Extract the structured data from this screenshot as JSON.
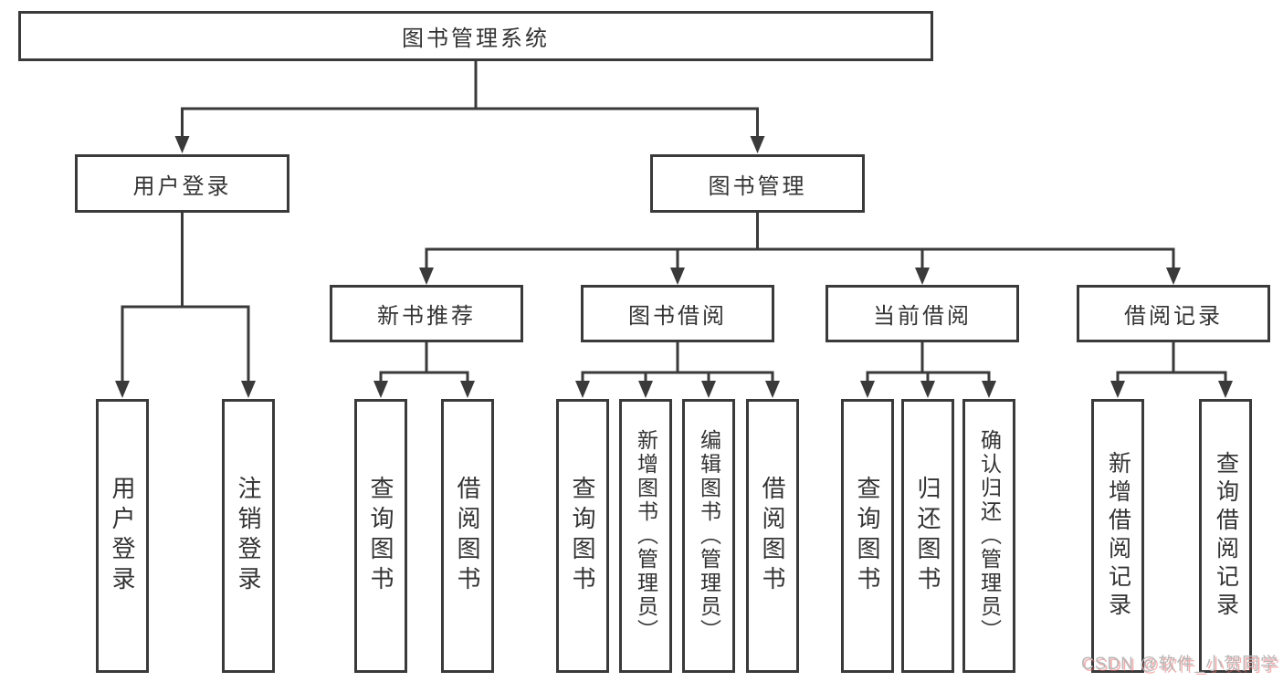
{
  "tree": {
    "root": {
      "label": "图书管理系统"
    },
    "level2": [
      {
        "label": "用户登录"
      },
      {
        "label": "图书管理"
      }
    ],
    "level3": [
      {
        "label": "新书推荐"
      },
      {
        "label": "图书借阅"
      },
      {
        "label": "当前借阅"
      },
      {
        "label": "借阅记录"
      }
    ],
    "leaf_groups": [
      {
        "parent": "用户登录",
        "items": [
          {
            "label": "用户登录"
          },
          {
            "label": "注销登录"
          }
        ]
      },
      {
        "parent": "新书推荐",
        "items": [
          {
            "label": "查询图书"
          },
          {
            "label": "借阅图书"
          }
        ]
      },
      {
        "parent": "图书借阅",
        "items": [
          {
            "label": "查询图书"
          },
          {
            "label": "新增图书（管理员）"
          },
          {
            "label": "编辑图书（管理员）"
          },
          {
            "label": "借阅图书"
          }
        ]
      },
      {
        "parent": "当前借阅",
        "items": [
          {
            "label": "查询图书"
          },
          {
            "label": "归还图书"
          },
          {
            "label": "确认归还（管理员）"
          }
        ]
      },
      {
        "parent": "借阅记录",
        "items": [
          {
            "label": "新增借阅记录"
          },
          {
            "label": "查询借阅记录"
          }
        ]
      }
    ]
  },
  "watermark": {
    "text": "CSDN @软件_小贺同学"
  },
  "colors": {
    "line": "#3a3a3a",
    "text": "#333333",
    "background": "#ffffff",
    "watermark": "#b8b8b8",
    "watermark_shadow": "#eb6464"
  }
}
